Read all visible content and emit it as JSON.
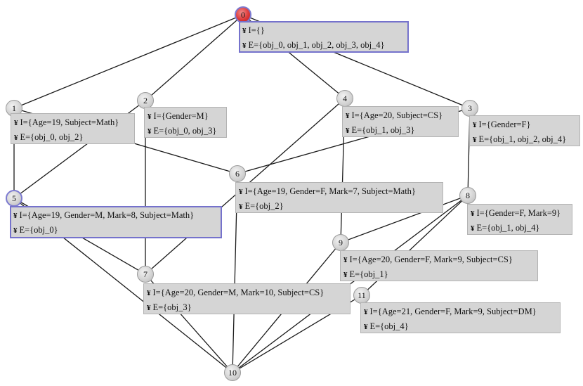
{
  "marker": "¥",
  "colors": {
    "edge": "#1a1a1a",
    "box_bg": "#d5d5d5",
    "selection": "#7572cc",
    "top_node": "#de3a3a"
  },
  "nodes": [
    {
      "id": "0",
      "intent": "I={}",
      "extent": "E={obj_0, obj_1, obj_2, obj_3, obj_4}",
      "selected": true,
      "top": true
    },
    {
      "id": "1",
      "intent": "I={Age=19, Subject=Math}",
      "extent": "E={obj_0, obj_2}"
    },
    {
      "id": "2",
      "intent": "I={Gender=M}",
      "extent": "E={obj_0, obj_3}"
    },
    {
      "id": "3",
      "intent": "I={Gender=F}",
      "extent": "E={obj_1, obj_2, obj_4}"
    },
    {
      "id": "4",
      "intent": "I={Age=20, Subject=CS}",
      "extent": "E={obj_1, obj_3}"
    },
    {
      "id": "5",
      "intent": "I={Age=19, Gender=M, Mark=8, Subject=Math}",
      "extent": "E={obj_0}",
      "selected": true
    },
    {
      "id": "6",
      "intent": "I={Age=19, Gender=F, Mark=7, Subject=Math}",
      "extent": "E={obj_2}"
    },
    {
      "id": "7",
      "intent": "I={Age=20, Gender=M, Mark=10, Subject=CS}",
      "extent": "E={obj_3}"
    },
    {
      "id": "8",
      "intent": "I={Gender=F, Mark=9}",
      "extent": "E={obj_1, obj_4}"
    },
    {
      "id": "9",
      "intent": "I={Age=20, Gender=F, Mark=9, Subject=CS}",
      "extent": "E={obj_1}"
    },
    {
      "id": "10",
      "intent": "",
      "extent": ""
    },
    {
      "id": "11",
      "intent": "I={Age=21, Gender=F, Mark=9, Subject=DM}",
      "extent": "E={obj_4}"
    }
  ],
  "edges": [
    [
      "0",
      "1"
    ],
    [
      "0",
      "2"
    ],
    [
      "0",
      "3"
    ],
    [
      "0",
      "4"
    ],
    [
      "1",
      "5"
    ],
    [
      "1",
      "6"
    ],
    [
      "2",
      "5"
    ],
    [
      "2",
      "7"
    ],
    [
      "3",
      "6"
    ],
    [
      "3",
      "8"
    ],
    [
      "4",
      "7"
    ],
    [
      "4",
      "9"
    ],
    [
      "5",
      "7"
    ],
    [
      "5",
      "10"
    ],
    [
      "6",
      "10"
    ],
    [
      "7",
      "10"
    ],
    [
      "8",
      "9"
    ],
    [
      "8",
      "11"
    ],
    [
      "9",
      "10"
    ],
    [
      "8",
      "10"
    ],
    [
      "11",
      "10"
    ]
  ]
}
